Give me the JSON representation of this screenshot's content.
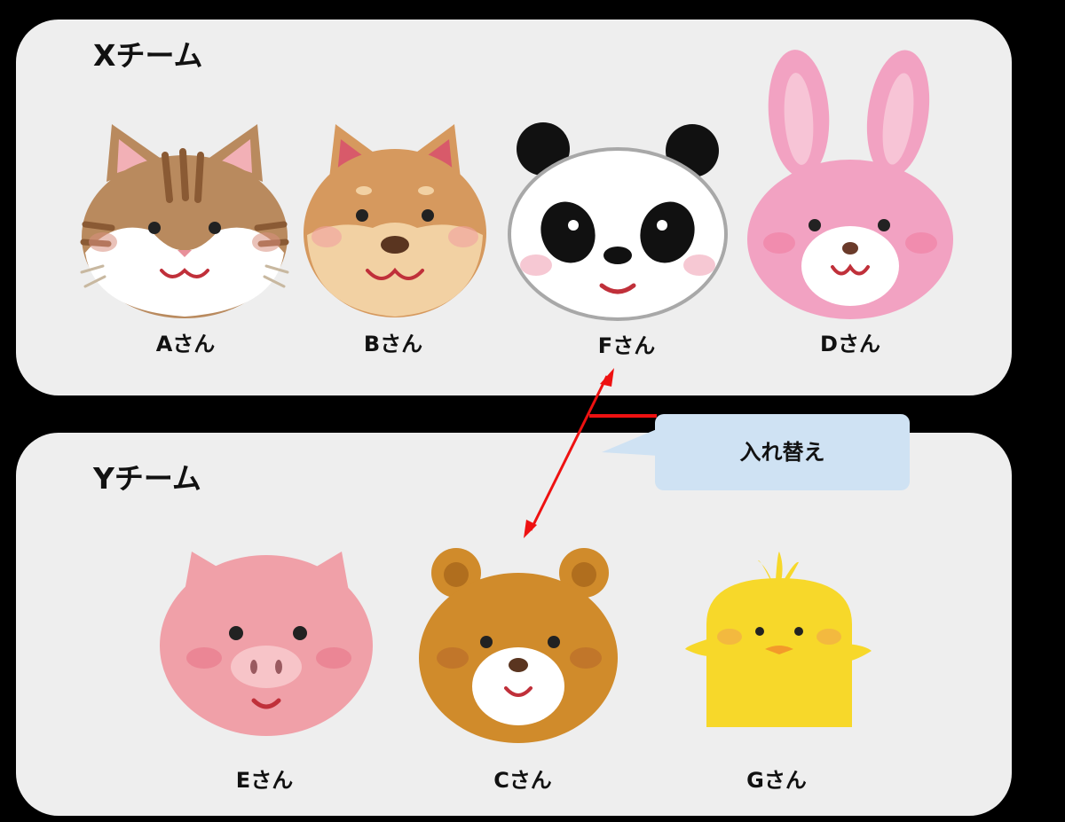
{
  "team_x": {
    "title": "Xチーム",
    "members": [
      {
        "name": "Aさん",
        "animal": "cat"
      },
      {
        "name": "Bさん",
        "animal": "shiba-dog"
      },
      {
        "name": "Fさん",
        "animal": "panda"
      },
      {
        "name": "Dさん",
        "animal": "rabbit"
      }
    ]
  },
  "team_y": {
    "title": "Yチーム",
    "members": [
      {
        "name": "Eさん",
        "animal": "pig"
      },
      {
        "name": "Cさん",
        "animal": "bear"
      },
      {
        "name": "Gさん",
        "animal": "chick"
      }
    ]
  },
  "swap": {
    "label": "入れ替え",
    "from": "Fさん",
    "to": "Cさん",
    "arrow_color": "#ee1111",
    "bubble_color": "#cfe2f3"
  },
  "colors": {
    "background": "#000000",
    "panel": "#eeeeee",
    "text": "#111111"
  }
}
